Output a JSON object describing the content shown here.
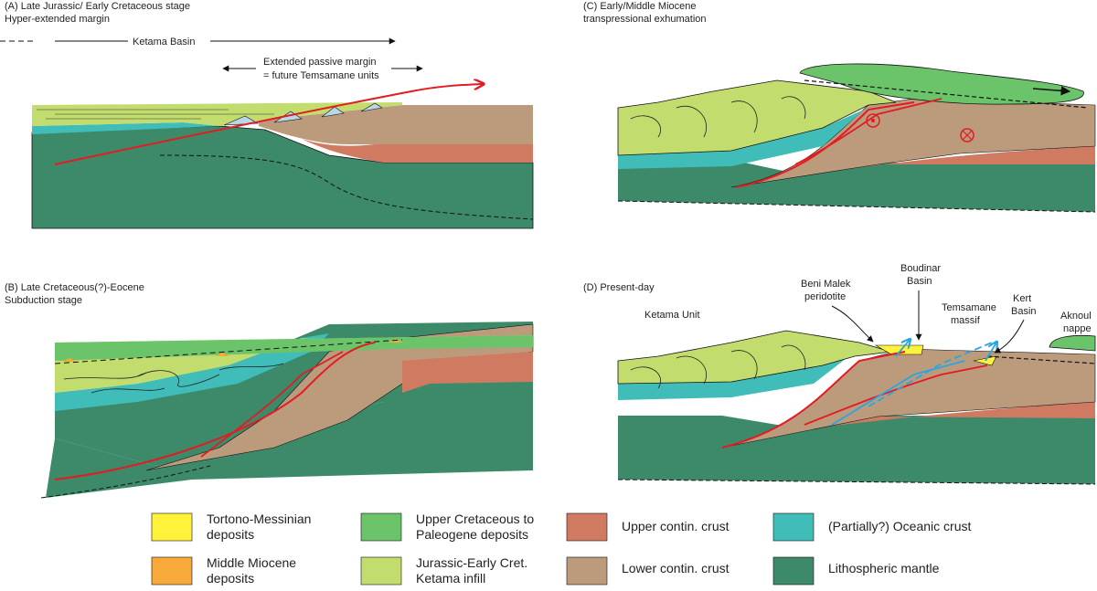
{
  "panels": {
    "a": {
      "title": "(A) Late Jurassic/ Early Cretaceous stage",
      "subtitle": "Hyper-extended margin",
      "basin_label": "Ketama Basin",
      "margin_label_1": "Extended passive margin",
      "margin_label_2": "= future Temsamane units"
    },
    "b": {
      "title": "(B) Late Cretaceous(?)-Eocene",
      "subtitle": "Subduction stage"
    },
    "c": {
      "title": "(C) Early/Middle Miocene",
      "subtitle": "transpressional exhumation"
    },
    "d": {
      "title": "(D) Present-day",
      "ketama_unit": "Ketama Unit",
      "beni_malek_1": "Beni Malek",
      "beni_malek_2": "peridotite",
      "boudinar_1": "Boudinar",
      "boudinar_2": "Basin",
      "temsamane_1": "Temsamane",
      "temsamane_2": "massif",
      "kert_1": "Kert",
      "kert_2": "Basin",
      "aknoul_1": "Aknoul",
      "aknoul_2": "nappe"
    }
  },
  "legend": [
    {
      "label_1": "Tortono-Messinian",
      "label_2": "deposits",
      "color": "#fff23a"
    },
    {
      "label_1": "Upper Cretaceous to",
      "label_2": "Paleogene deposits",
      "color": "#6cc46a"
    },
    {
      "label_1": "Upper contin. crust",
      "label_2": "",
      "color": "#d17a62"
    },
    {
      "label_1": "(Partially?) Oceanic crust",
      "label_2": "",
      "color": "#40bdb8"
    },
    {
      "label_1": "Middle Miocene",
      "label_2": "deposits",
      "color": "#f7a93a"
    },
    {
      "label_1": "Jurassic-Early Cret.",
      "label_2": "Ketama infill",
      "color": "#c2dc6e"
    },
    {
      "label_1": "Lower contin. crust",
      "label_2": "",
      "color": "#bc9a7c"
    },
    {
      "label_1": "Lithospheric mantle",
      "label_2": "",
      "color": "#3c8a6a"
    }
  ]
}
